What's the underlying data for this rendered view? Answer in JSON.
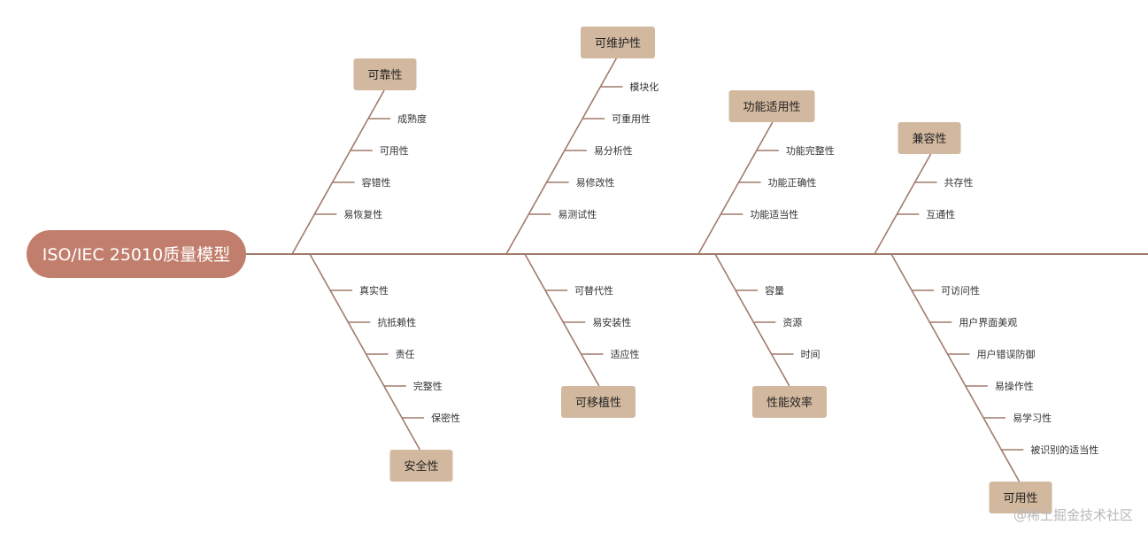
{
  "diagram": {
    "title": "ISO/IEC 25010质量模型",
    "colors": {
      "line": "#a07a6a",
      "head_fill": "#c27e6c",
      "category_fill": "#d2b89e",
      "category_text": "#222222",
      "item_text": "#333333"
    },
    "top": [
      {
        "category": "可靠性",
        "items": [
          "成熟度",
          "可用性",
          "容错性",
          "易恢复性"
        ]
      },
      {
        "category": "可维护性",
        "items": [
          "模块化",
          "可重用性",
          "易分析性",
          "易修改性",
          "易测试性"
        ]
      },
      {
        "category": "功能适用性",
        "items": [
          "功能完整性",
          "功能正确性",
          "功能适当性"
        ]
      },
      {
        "category": "兼容性",
        "items": [
          "共存性",
          "互通性"
        ]
      }
    ],
    "bottom": [
      {
        "category": "安全性",
        "items": [
          "真实性",
          "抗抵赖性",
          "责任",
          "完整性",
          "保密性"
        ]
      },
      {
        "category": "可移植性",
        "items": [
          "可替代性",
          "易安装性",
          "适应性"
        ]
      },
      {
        "category": "性能效率",
        "items": [
          "容量",
          "资源",
          "时间"
        ]
      },
      {
        "category": "可用性",
        "items": [
          "可访问性",
          "用户界面美观",
          "用户错误防御",
          "易操作性",
          "易学习性",
          "被识别的适当性"
        ]
      }
    ]
  },
  "watermark": "@稀土掘金技术社区"
}
